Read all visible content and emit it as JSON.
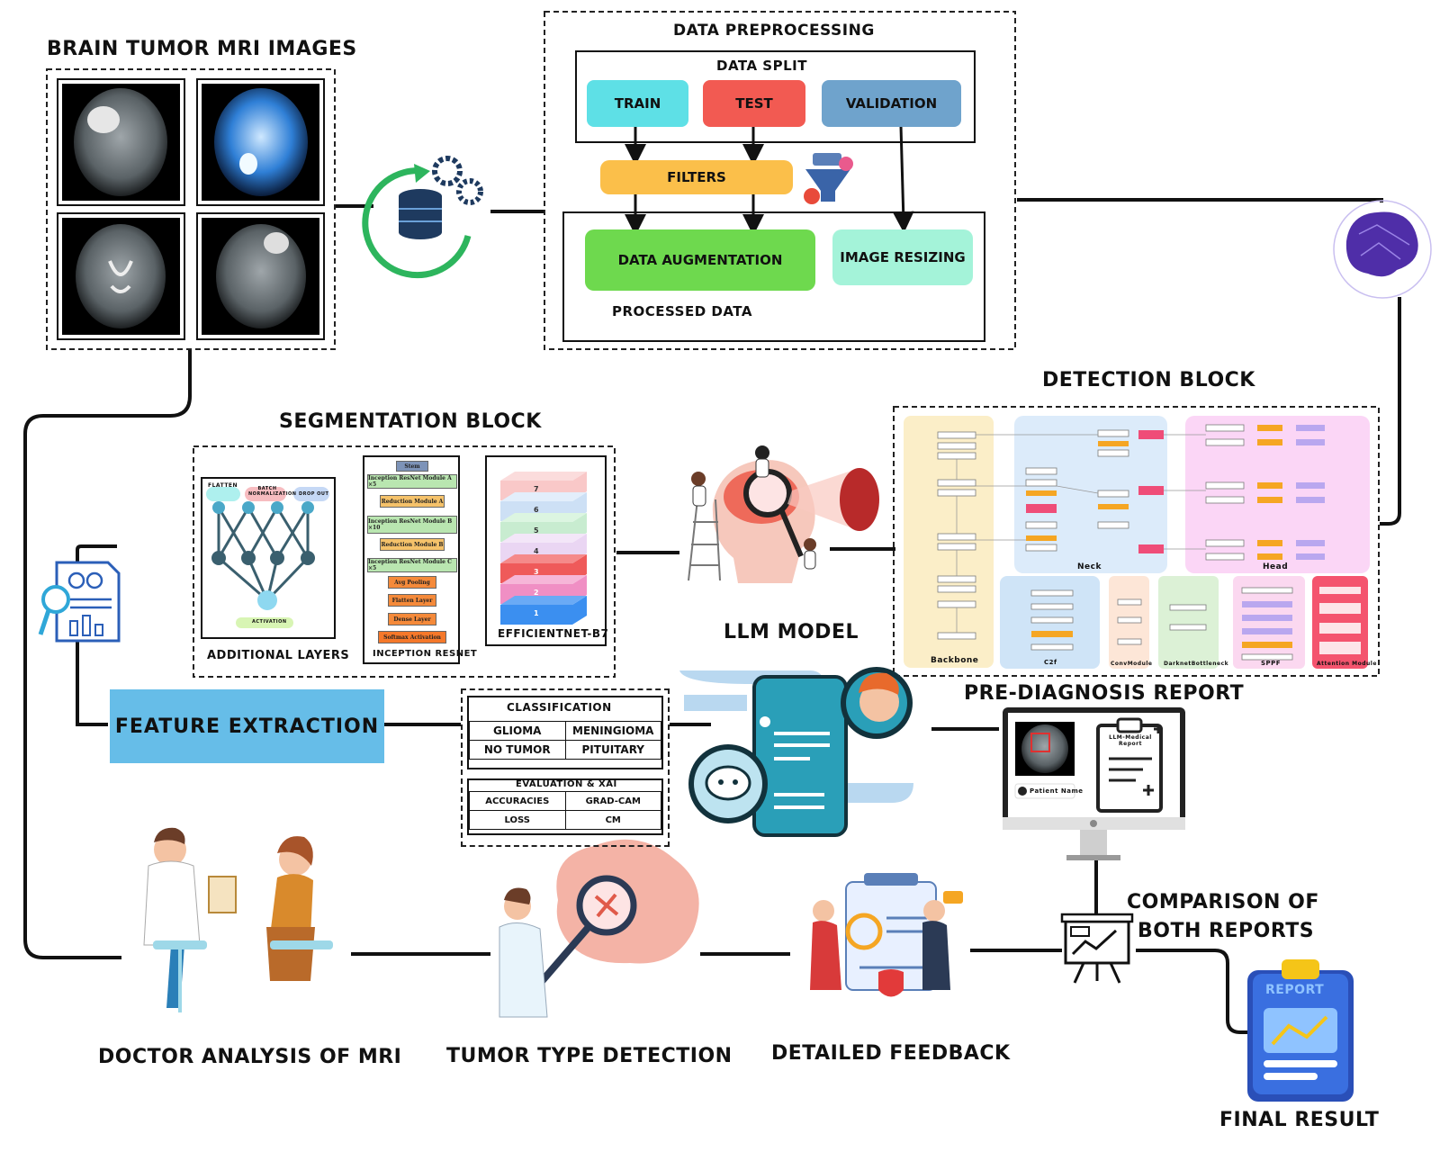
{
  "mri": {
    "title": "BRAIN TUMOR MRI IMAGES"
  },
  "preprocessing": {
    "title": "DATA PREPROCESSING",
    "split_title": "DATA SPLIT",
    "train": "TRAIN",
    "test": "TEST",
    "validation": "VALIDATION",
    "filters": "FILTERS",
    "augmentation": "DATA AUGMENTATION",
    "resizing": "IMAGE RESIZING",
    "processed": "PROCESSED DATA"
  },
  "detection": {
    "title": "DETECTION BLOCK",
    "backbone": "Backbone",
    "neck": "Neck",
    "head": "Head",
    "c2f": "C2f",
    "convmodule": "ConvModule",
    "darknet": "DarknetBottleneck",
    "sppf": "SPPF",
    "attention": "Attention Module"
  },
  "segmentation": {
    "title": "SEGMENTATION BLOCK",
    "additional": "ADDITIONAL LAYERS",
    "inception": "INCEPTION RESNET",
    "efficientnet": "EFFICIENTNET-B7",
    "nn_flatten": "FLATTEN",
    "nn_batchnorm": "BATCH NORMALIZATION",
    "nn_dropout": "DROP OUT",
    "nn_activation": "ACTIVATION",
    "inception_layers": [
      "Stem",
      "Inception ResNet Module A ×5",
      "Reduction Module A",
      "Inception ResNet Module B ×10",
      "Reduction Module B",
      "Inception ResNet Module C ×5",
      "Avg Pooling",
      "Flatten Layer",
      "Dense Layer",
      "Softmax Activation"
    ],
    "effnet_layers": [
      "7",
      "6",
      "5",
      "4",
      "3",
      "2",
      "1"
    ]
  },
  "feature": {
    "label": "FEATURE EXTRACTION"
  },
  "classification": {
    "title": "CLASSIFICATION",
    "cells": [
      "GLIOMA",
      "MENINGIOMA",
      "NO TUMOR",
      "PITUITARY"
    ],
    "eval_title": "EVALUATION & XAI",
    "eval_cells": [
      "ACCURACIES",
      "GRAD-CAM",
      "LOSS",
      "CM"
    ]
  },
  "llm": {
    "title": "LLM MODEL"
  },
  "report": {
    "title": "PRE-DIAGNOSIS REPORT",
    "doc_label": "LLM-Medical Report",
    "patient": "Patient Name"
  },
  "bottom": {
    "doctor": "DOCTOR ANALYSIS OF MRI",
    "tumor": "TUMOR TYPE DETECTION",
    "feedback": "DETAILED FEEDBACK",
    "comparison_1": "COMPARISON OF",
    "comparison_2": "BOTH REPORTS",
    "final": "FINAL RESULT",
    "report_badge": "REPORT"
  },
  "colors": {
    "train": "#5ee0e6",
    "test": "#f25a52",
    "validation": "#6fa3cc",
    "filters": "#fbbf4a",
    "augmentation": "#6ed94e",
    "resizing": "#a4f3d9",
    "feature": "#66bde8",
    "llm_phone": "#2a9fb8"
  }
}
